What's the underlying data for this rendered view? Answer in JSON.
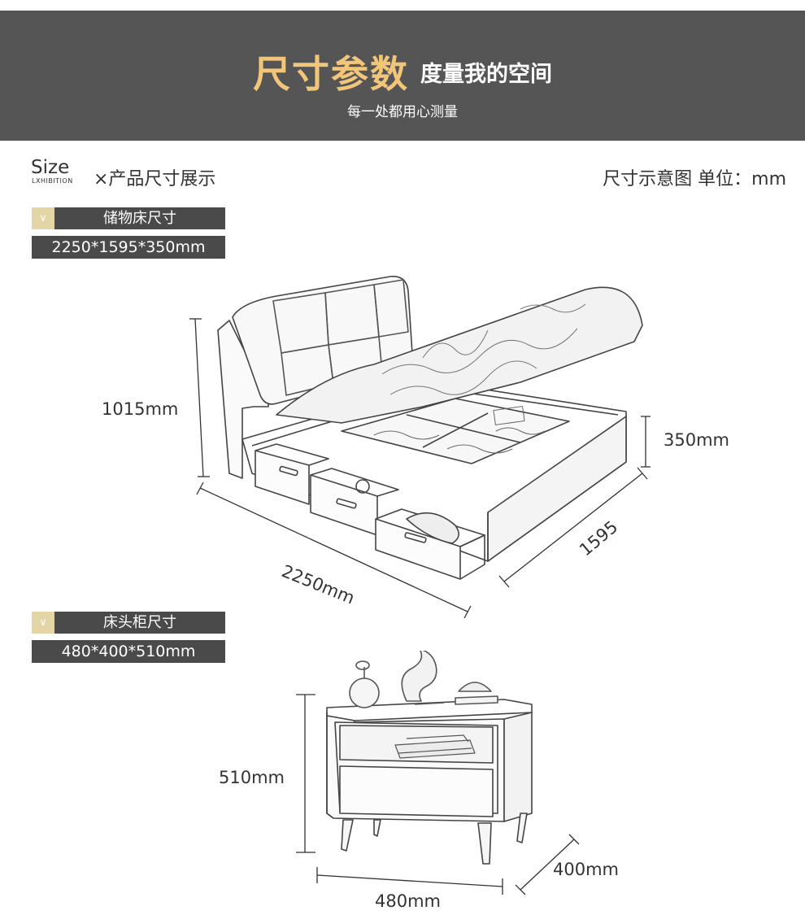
{
  "header": {
    "title": "尺寸参数",
    "subtitle": "度量我的空间",
    "tagline": "每一处都用心测量"
  },
  "section": {
    "size_word": "Size",
    "size_small": "LXHIBITION",
    "heading": "×产品尺寸展示",
    "unit_note": "尺寸示意图 单位：mm"
  },
  "bed": {
    "label": "储物床尺寸",
    "dimensions": "2250*1595*350mm",
    "height_label": "1015mm",
    "frame_height_label": "350mm",
    "length_label": "2250mm",
    "width_label": "1595"
  },
  "nightstand": {
    "label": "床头柜尺寸",
    "dimensions": "480*400*510mm",
    "height_label": "510mm",
    "depth_label": "400mm",
    "width_label": "480mm"
  },
  "icons": {
    "label_marker": "chevron-down-icon"
  },
  "colors": {
    "banner_bg": "#555555",
    "title_gold": "#f2c67a",
    "label_bg": "#4a4a4a",
    "chevron_bg": "#e3d5a5"
  }
}
